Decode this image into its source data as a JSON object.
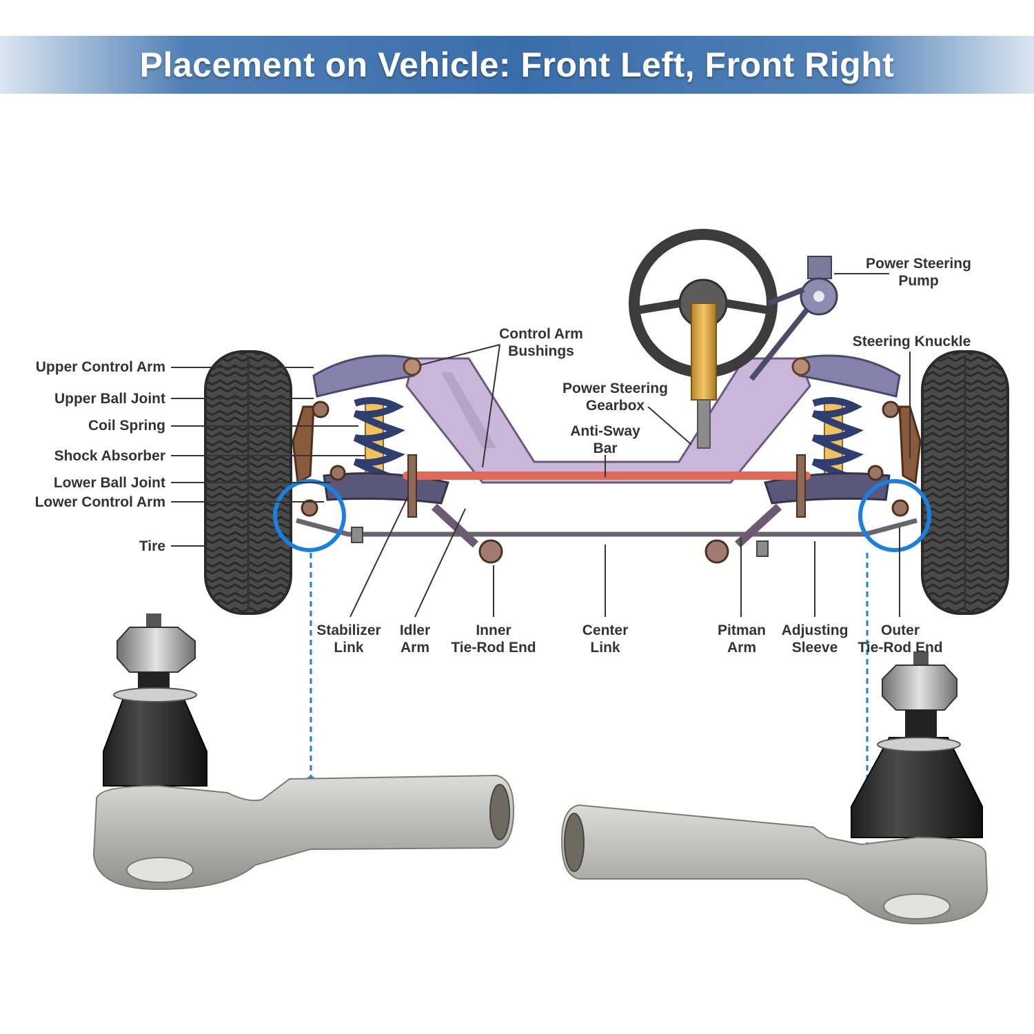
{
  "banner": {
    "title": "Placement on Vehicle: Front Left, Front Right"
  },
  "labels": {
    "upper_control_arm": "Upper Control Arm",
    "upper_ball_joint": "Upper Ball Joint",
    "coil_spring": "Coil Spring",
    "shock_absorber": "Shock Absorber",
    "lower_ball_joint": "Lower Ball Joint",
    "lower_control_arm": "Lower Control Arm",
    "tire": "Tire",
    "control_arm_bushings_1": "Control Arm",
    "control_arm_bushings_2": "Bushings",
    "power_steering_gearbox_1": "Power Steering",
    "power_steering_gearbox_2": "Gearbox",
    "anti_sway_bar_1": "Anti-Sway",
    "anti_sway_bar_2": "Bar",
    "power_steering_pump_1": "Power Steering",
    "power_steering_pump_2": "Pump",
    "steering_knuckle": "Steering Knuckle",
    "stabilizer_link_1": "Stabilizer",
    "stabilizer_link_2": "Link",
    "idler_arm_1": "Idler",
    "idler_arm_2": "Arm",
    "inner_tie_rod_end_1": "Inner",
    "inner_tie_rod_end_2": "Tie-Rod End",
    "center_link_1": "Center",
    "center_link_2": "Link",
    "pitman_arm_1": "Pitman",
    "pitman_arm_2": "Arm",
    "adjusting_sleeve_1": "Adjusting",
    "adjusting_sleeve_2": "Sleeve",
    "outer_tie_rod_end_1": "Outer",
    "outer_tie_rod_end_2": "Tie-Rod End"
  },
  "colors": {
    "banner": "#3a6eab",
    "highlight": "#1b7fe0",
    "frame": "#c7b3d6",
    "arm": "#5d5a80",
    "sway_bar": "#e06a5a",
    "tire": "#4d4d4d",
    "knuckle": "#8a5a3c",
    "part_metal": "#b8b8b4"
  }
}
